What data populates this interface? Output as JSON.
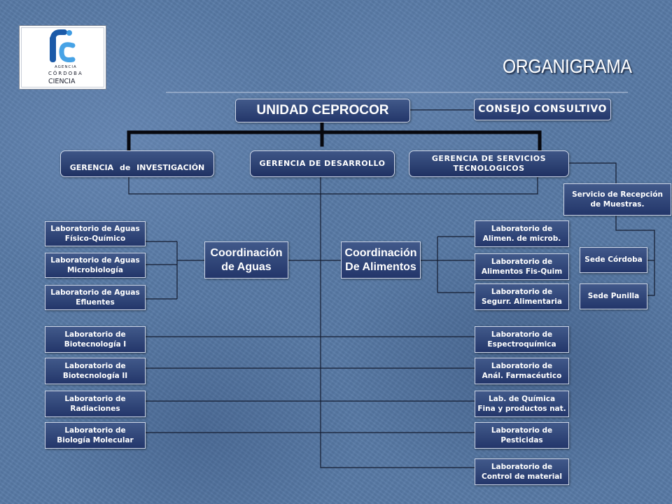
{
  "logo": {
    "agency": "AGENCIA",
    "city": "CÓRDOBA",
    "name": "CIENCIA"
  },
  "title": "ORGANIGRAMA",
  "unit": "UNIDAD CEPROCOR",
  "council": "CONSEJO CONSULTIVO",
  "managements": {
    "research": "GERENCIA de INVESTIGACIÓN",
    "development": "GERENCIA DE DESARROLLO",
    "services": [
      "GERENCIA DE SERVICIOS",
      "TECNOLOGICOS"
    ]
  },
  "reception": [
    "Servicio de Recepción",
    "de Muestras."
  ],
  "sites": [
    "Sede Córdoba",
    "Sede Punilla"
  ],
  "coordinations": {
    "water": [
      "Coordinación",
      "de Aguas"
    ],
    "food": [
      "Coordinación",
      "De Alimentos"
    ]
  },
  "water_labs": [
    [
      "Laboratorio de Aguas",
      "Físico-Químico"
    ],
    [
      "Laboratorio de Aguas",
      "Microbiología"
    ],
    [
      "Laboratorio de Aguas",
      "Efluentes"
    ]
  ],
  "food_labs": [
    [
      "Laboratorio de",
      "Alimen. de microb."
    ],
    [
      "Laboratorio de",
      "Alimentos Fis-Quim"
    ],
    [
      "Laboratorio de",
      "Segurr. Alimentaria"
    ]
  ],
  "research_labs": [
    [
      "Laboratorio de",
      "Biotecnología I"
    ],
    [
      "Laboratorio de",
      "Biotecnología II"
    ],
    [
      "Laboratorio de",
      "Radiaciones"
    ],
    [
      "Laboratorio de",
      "Biología Molecular"
    ]
  ],
  "service_labs": [
    [
      "Laboratorio de",
      "Espectroquímica"
    ],
    [
      "Laboratorio de",
      "Anál. Farmacéutico"
    ],
    [
      "Lab. de Química",
      "Fina y productos nat."
    ],
    [
      "Laboratorio de",
      "Pesticidas"
    ],
    [
      "Laboratorio de",
      "Control de material"
    ]
  ],
  "colors": {
    "box": "#23366a",
    "background": "#587aa6",
    "connector": "#141c30",
    "logo_blue": "#1b5aa8"
  }
}
